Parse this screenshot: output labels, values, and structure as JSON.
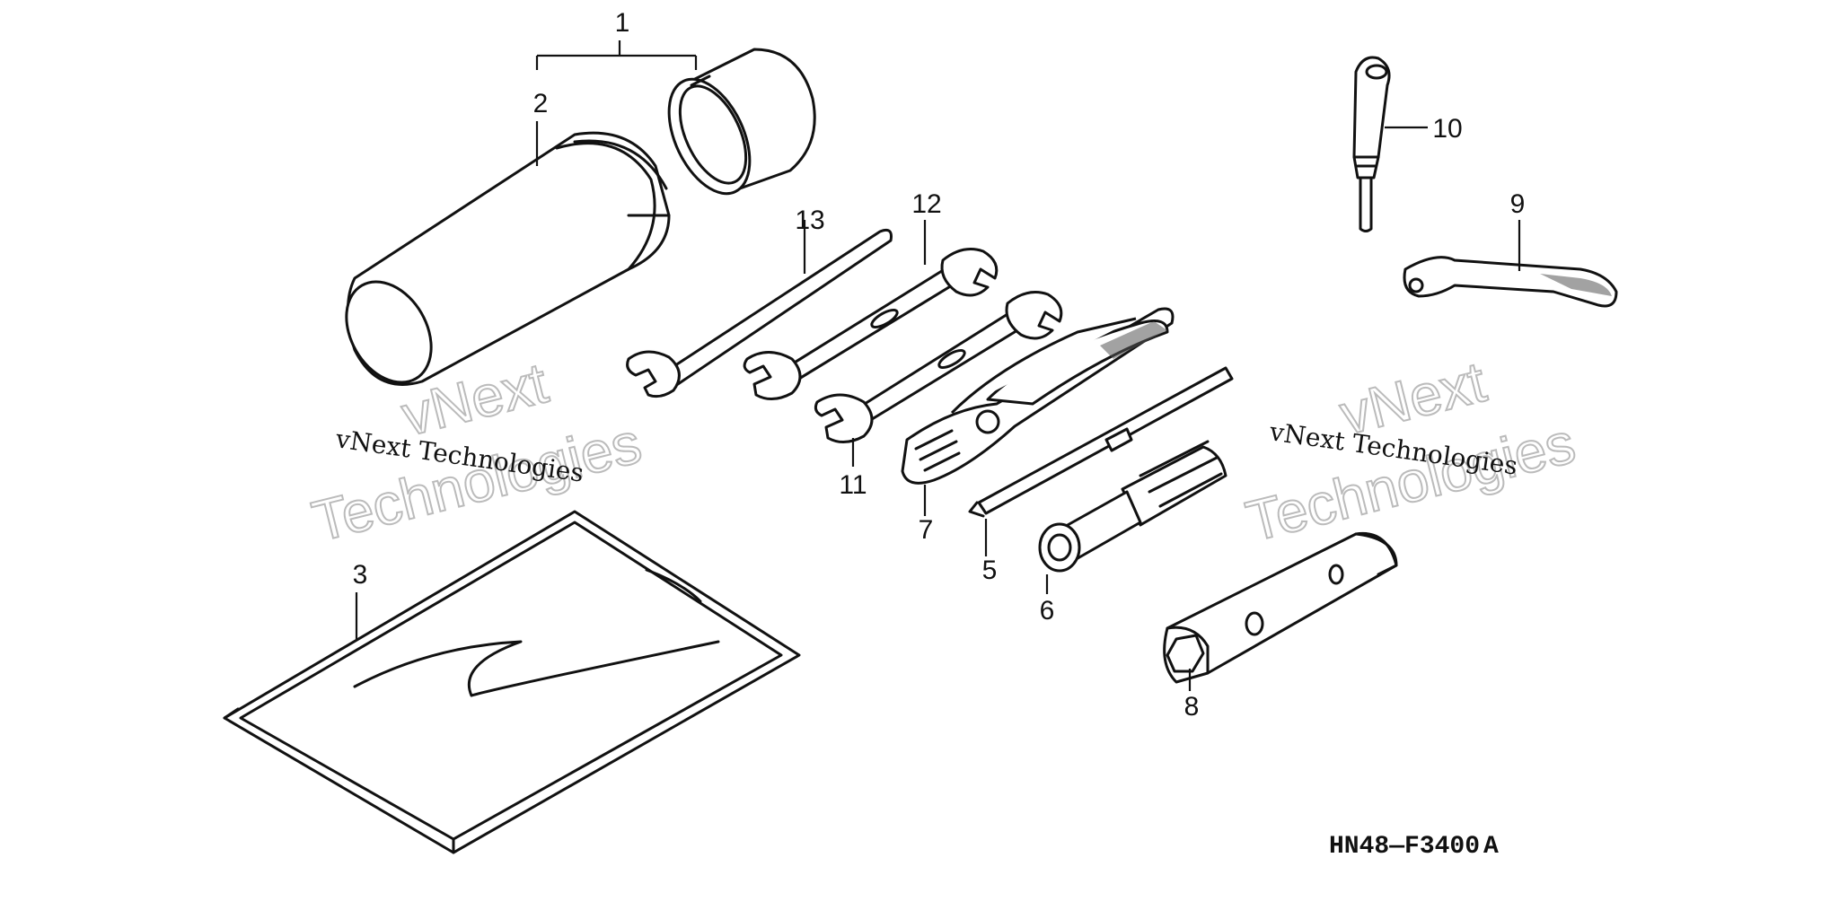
{
  "diagram": {
    "part_numbers": [
      "1",
      "2",
      "3",
      "5",
      "6",
      "7",
      "8",
      "9",
      "10",
      "11",
      "12",
      "13"
    ],
    "watermarks": {
      "small": "vNext Technologies",
      "big_line1": "vNext",
      "big_line2": "Technologies"
    },
    "drawing_code": "HN48—F3400",
    "drawing_code_suffix": "A"
  }
}
